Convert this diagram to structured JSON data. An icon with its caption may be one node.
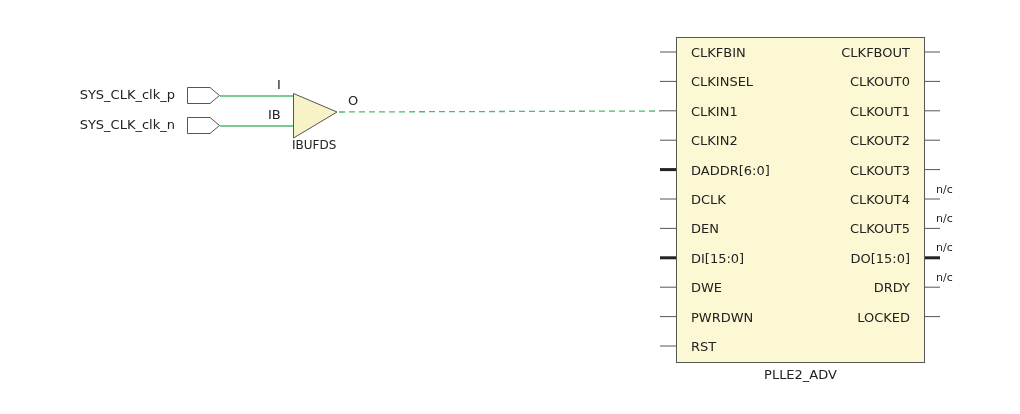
{
  "diagram": {
    "nodes": [
      {
        "text": [],
        "shape": "pentagon",
        "beside": [
          "SYS_CLK_clk_p"
        ]
      },
      {
        "text": [],
        "shape": "pentagon",
        "beside": [
          "SYS_CLK_clk_n"
        ]
      },
      {
        "text": [
          "IBUFDS"
        ]
      },
      {
        "text": [
          "CLKFBIN",
          "CLKINSEL",
          "CLKIN1",
          "CLKIN2",
          "DADDR[6:0]",
          "DCLK",
          "DEN",
          "DI[15:0]",
          "DWE",
          "PWRDWN",
          "RST",
          "CLKFBOUT",
          "CLKOUT0",
          "CLKOUT1",
          "CLKOUT2",
          "CLKOUT3",
          "CLKOUT4",
          "CLKOUT5",
          "DO[15:0]",
          "DRDY",
          "LOCKED",
          "PLLE2_ADV"
        ]
      }
    ],
    "edges": [
      {
        "from": 0,
        "to": 2,
        "arrow": "none"
      },
      {
        "from": 1,
        "to": 2,
        "arrow": "none"
      },
      {
        "from": 2,
        "to": 3,
        "arrow": "none",
        "style": "dashed"
      }
    ],
    "labels": [
      "I",
      "O",
      "IB",
      "n/c",
      "n/c",
      "n/c",
      "n/c"
    ]
  }
}
